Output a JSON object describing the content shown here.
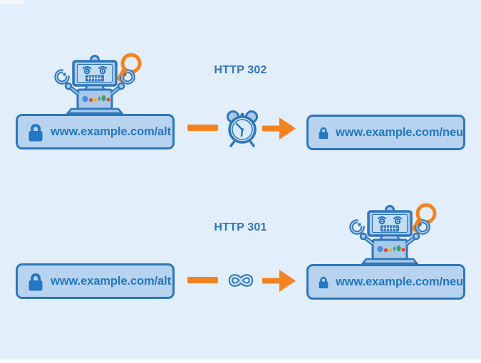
{
  "diagram": {
    "background_color": "#e2eefa",
    "rows": [
      {
        "label": "HTTP 302",
        "source": {
          "url": "www.example.com/alt"
        },
        "target": {
          "url": "www.example.com/neu"
        },
        "connector": {
          "icon": "alarm-clock-icon"
        },
        "robot": {
          "icon": "googlebot-with-magnifier-icon",
          "position": "above-source"
        }
      },
      {
        "label": "HTTP 301",
        "source": {
          "url": "www.example.com/alt"
        },
        "target": {
          "url": "www.example.com/neu"
        },
        "connector": {
          "icon": "infinity-icon"
        },
        "robot": {
          "icon": "googlebot-with-magnifier-icon",
          "position": "above-target"
        }
      }
    ],
    "colors": {
      "outline_blue": "#2e77bc",
      "url_text_blue": "#2477c1",
      "bar_fill_blue": "#b7d3ef",
      "robot_fill_blue": "#aac9e8",
      "orange": "#f58220",
      "google_blue": "#4a90d9",
      "google_red": "#e8453c",
      "google_yellow": "#f5b400",
      "google_green": "#3aa757"
    }
  }
}
